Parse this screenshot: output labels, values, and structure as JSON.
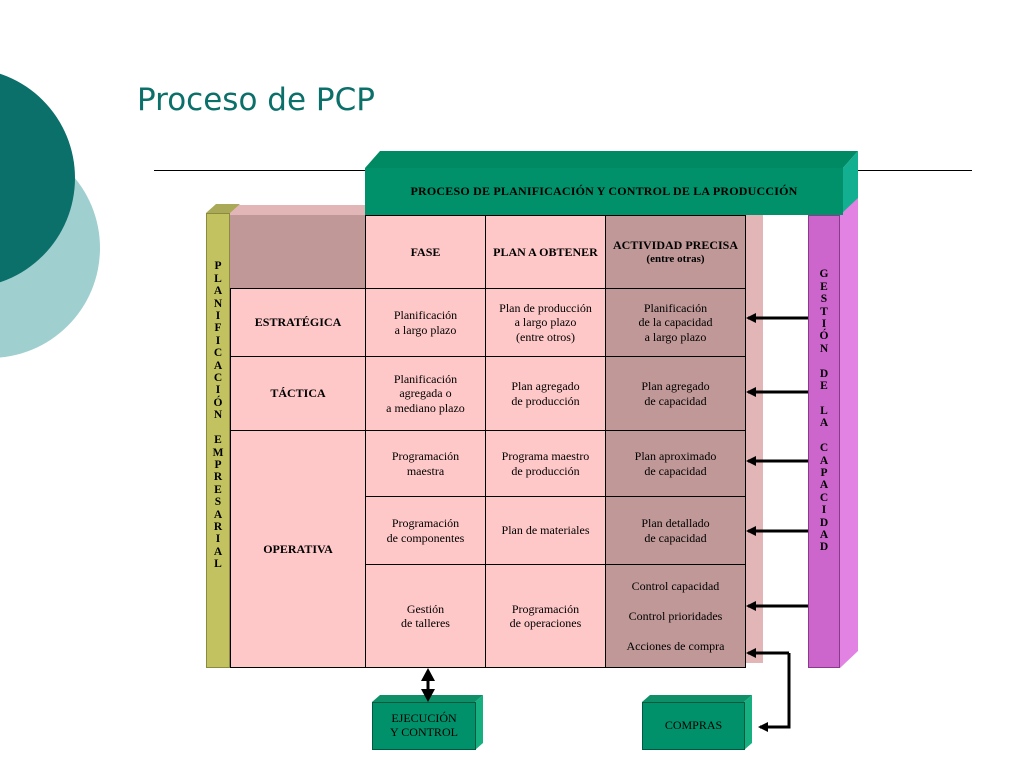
{
  "title": "Proceso de PCP",
  "header": "PROCESO DE PLANIFICACIÓN Y CONTROL DE LA PRODUCCIÓN",
  "left_bar": "P\nL\nA\nN\nI\nF\nI\nC\nA\nC\nI\nÓ\nN\n\nE\nM\nP\nR\nE\nS\nA\nR\nI\nA\nL",
  "right_bar": "G\nE\nS\nT\nI\nÓ\nN\n\nD\nE\n\nL\nA\n\nC\nA\nP\nA\nC\nI\nD\nA\nD",
  "columns": {
    "fase": "FASE",
    "plan": "PLAN A OBTENER",
    "actividad": "ACTIVIDAD PRECISA",
    "actividad_sub": "(entre otras)"
  },
  "levels": {
    "estrategica": "ESTRATÉGICA",
    "tactica": "TÁCTICA",
    "operativa": "OPERATIVA"
  },
  "rows": [
    {
      "fase": "Planificación\na largo plazo",
      "plan": "Plan de producción\na largo plazo\n(entre otros)",
      "actividad": "Planificación\nde la capacidad\na largo plazo"
    },
    {
      "fase": "Planificación\nagregada o\na mediano plazo",
      "plan": "Plan agregado\nde producción",
      "actividad": "Plan agregado\nde capacidad"
    },
    {
      "fase": "Programación\nmaestra",
      "plan": "Programa maestro\nde producción",
      "actividad": "Plan aproximado\nde capacidad"
    },
    {
      "fase": "Programación\nde componentes",
      "plan": "Plan de materiales",
      "actividad": "Plan detallado\nde capacidad"
    },
    {
      "fase": "Gestión\nde talleres",
      "plan": "Programación\nde operaciones",
      "actividad_list": [
        "Control capacidad",
        "Control prioridades",
        "Acciones de compra"
      ]
    }
  ],
  "ejecucion": "EJECUCIÓN\nY CONTROL",
  "compras": "COMPRAS",
  "colors": {
    "teal_dark": "#0b6f6a",
    "teal_light": "#9fcfcf",
    "header_green": "#00906a",
    "pink": "#ffc8c8",
    "mauve": "#c09898",
    "olive": "#c2c260",
    "violet": "#cc66cc"
  }
}
